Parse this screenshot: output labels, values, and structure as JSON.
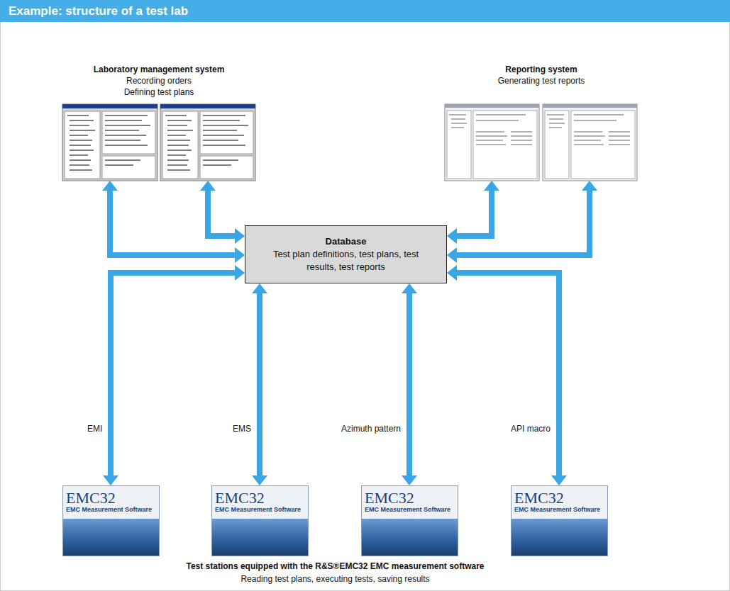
{
  "diagram": {
    "title": "Example: structure of a test lab",
    "nodes": [
      {
        "text": [
          "Laboratory management system",
          "Recording orders Defining test plans"
        ]
      },
      {
        "text": [
          "Reporting system",
          "Generating test reports"
        ]
      },
      {
        "text": [
          "Database",
          "Test plan definitions, test plans, test results, test reports"
        ]
      },
      {
        "text": [
          "EMC32",
          "EMC Measurement Software"
        ]
      },
      {
        "text": [
          "EMC32",
          "EMC Measurement Software"
        ]
      },
      {
        "text": [
          "EMC32",
          "EMC Measurement Software"
        ]
      },
      {
        "text": [
          "EMC32",
          "EMC Measurement Software"
        ]
      }
    ],
    "edges": [
      {
        "from": 0,
        "to": 2,
        "arrow": "both"
      },
      {
        "from": 0,
        "to": 2,
        "arrow": "both"
      },
      {
        "from": 1,
        "to": 2,
        "arrow": "both"
      },
      {
        "from": 1,
        "to": 2,
        "arrow": "both"
      },
      {
        "from": 3,
        "to": 2,
        "label": "EMI",
        "arrow": "both"
      },
      {
        "from": 4,
        "to": 2,
        "label": "EMS",
        "arrow": "both"
      },
      {
        "from": 5,
        "to": 2,
        "label": "Azimuth pattern",
        "arrow": "both"
      },
      {
        "from": 6,
        "to": 2,
        "label": "API macro",
        "arrow": "both"
      }
    ],
    "labels": [
      "Test stations equipped with the R&S®EMC32 EMC measurement software",
      "Reading test plans, executing tests, saving results"
    ]
  }
}
